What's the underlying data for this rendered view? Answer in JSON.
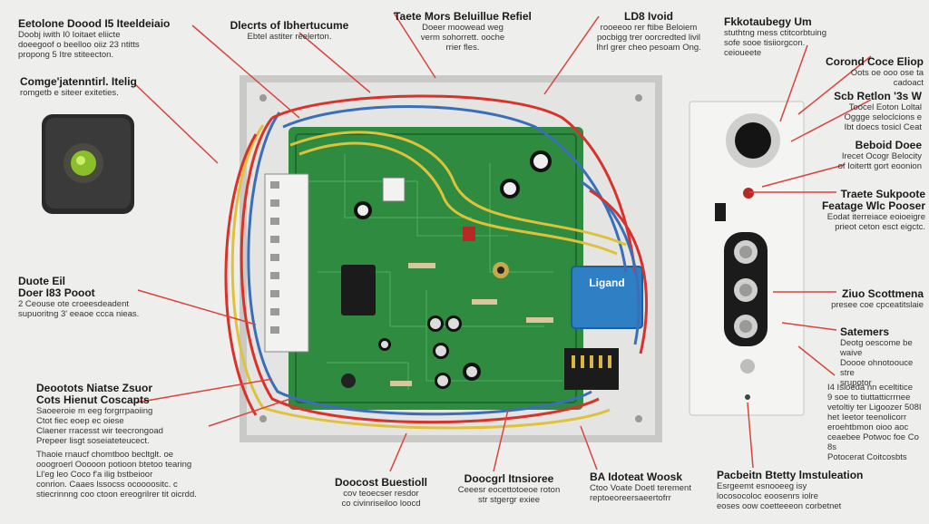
{
  "labels": {
    "tl1": {
      "title": "Eetolone Doood I5 Iteeldeiaio",
      "body": "Doobj iwith I0 Ioitaet eliicte\ndoeegoof o beelloo oiiz 23 ntitts\npropong 5 Itre stiteecton."
    },
    "tl2": {
      "title": "Comge'jatenntirl. Itelig",
      "body": "romgetb e siteer exiteties."
    },
    "tc1": {
      "title": "Dlecrts of Ibhertucume",
      "body": "Ebtel astiter reelerton."
    },
    "tc2": {
      "title": "Taete Mors Beluillue Refiel",
      "body": "Doeer moowead weg\nverm sohorrett. ooche\nrrier fles."
    },
    "tc3": {
      "title": "LD8 Ivoid",
      "body": "rooeeoo rer ftibe Beloiem\npocbigg trer oorcredted livil\nIhrl grer cheo pesoam Ong."
    },
    "tr1": {
      "title": "Fkkotaubegy Um",
      "body": "stuthtng mess ctitcorbtuing\nsofe sooe tisiiorgcon.\nceioueete"
    },
    "r1": {
      "title": "Corond Coce Eliop",
      "body": "Oots oe ooo ose ta\ncadoact"
    },
    "r2": {
      "title": "Scb Retlon '3s W",
      "body": "Toocel Eoton Loltal\nOggge seloclcions e\nIbt doecs tosicl Ceat"
    },
    "r3": {
      "title": "Beboid Doee",
      "body": "Irecet Ocogr Belocity\nof Ioitertt gort eoonion"
    },
    "r4": {
      "title": "Traete Sukpoote",
      "body": "Eodat iterreiace eoioeigre\nprieot ceton esct eigctc."
    },
    "r4b": {
      "title": "Featage Wlc Pooser",
      "body": ""
    },
    "r5": {
      "title": "Ziuo Scottmena",
      "body": "presee coe cpceatitslaie"
    },
    "r6": {
      "title": "Satemers",
      "body": "Deotg oescome be waive\nDoooe ohnotoouce stre\nsrupotor"
    },
    "r7": {
      "title": "",
      "body": "I4 Isioeda nn eceltitice\n9 soe to tiuttatticrrnee\nvetoltiy ter Ligoozer 508I\nhet Ieetor teenolicorr\neroehtbmon oioo aoc\nceaebee Potwoc foe Co 8s\nPotocerat Coitcosbts"
    },
    "l1": {
      "title": "Duote Eil\nDoer I83 Pooot",
      "body": "2 Ceouse ote croeesdeadent\nsupuoritng 3' eeaoe ccca nieas."
    },
    "l2": {
      "title": "Deootots Niatse Zsuor\nCots Hienut Coscapts",
      "body": "Saoeeroie m eeg forgrrpaoiing\nCtot fiec eoep ec oiese\nClaener rracesst wir teecrongoad\nPrepeer lisgt soseiateteucect."
    },
    "l3": {
      "title": "",
      "body": "Thaoie rnaucf chomtboo becltglt. oe\nooogroerl Ooooon potioon btetoo tearing\nLl'eg leo Coco f'a ilig bstbeioor\nconrion. Caaes lssocss ocoooositc. c\nstiecrinnng coo ctoon ereogrilrer tit oicrdd."
    },
    "b1": {
      "title": "Doocost Buestioll",
      "body": "cov teoecser resdor\nco civinriseiloo loocd"
    },
    "b2": {
      "title": "Doocgrl Itnsioree",
      "body": "Ceeesr eocettotoeoe roton\nstr stgergr exiee"
    },
    "b3": {
      "title": "BA Idoteat Woosk",
      "body": "Ctoo Voate Doetl terement\nreptoeoreersaeertofrr"
    },
    "b4": {
      "title": "Pacbeitn Btetty lmstuleation",
      "body": "Esrgeemt esnooeeg isy\nlocosocoloc eoosenrs iolre\neoses oow coetteeeon corbetnet"
    }
  },
  "board": {
    "module_label": "Ligand",
    "colors": {
      "pcb": "#2e8b3f",
      "pcb_dark": "#1f6b2d",
      "enclosure": "#dcdcda",
      "wire_red": "#d8322a",
      "wire_yellow": "#e0c23a",
      "wire_blue": "#3a6fb8",
      "callout": "#d9443b",
      "module": "#2f7fc4"
    }
  },
  "icons": [
    "doorbell-button-icon",
    "switch-plate-icon"
  ]
}
